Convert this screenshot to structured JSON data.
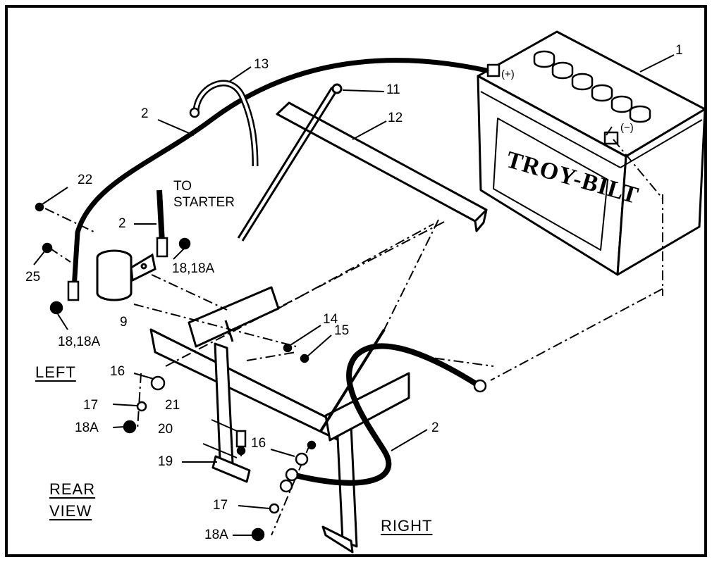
{
  "battery": {
    "brand": "TROY-BILT",
    "pos_terminal": "(+)",
    "neg_terminal": "(−)"
  },
  "callouts": {
    "n1": "1",
    "n2a": "2",
    "n2b": "2",
    "n2c": "2",
    "n9": "9",
    "n11": "11",
    "n12": "12",
    "n13": "13",
    "n14": "14",
    "n15": "15",
    "n16a": "16",
    "n16b": "16",
    "n17a": "17",
    "n17b": "17",
    "n18a_top": "18,18A",
    "n18a_left": "18,18A",
    "n18A_a": "18A",
    "n18A_b": "18A",
    "n19": "19",
    "n20": "20",
    "n21": "21",
    "n22": "22",
    "n25": "25"
  },
  "notes": {
    "to_starter": "TO\nSTARTER",
    "left": "LEFT",
    "right": "RIGHT",
    "rear_view": "REAR\nVIEW"
  }
}
